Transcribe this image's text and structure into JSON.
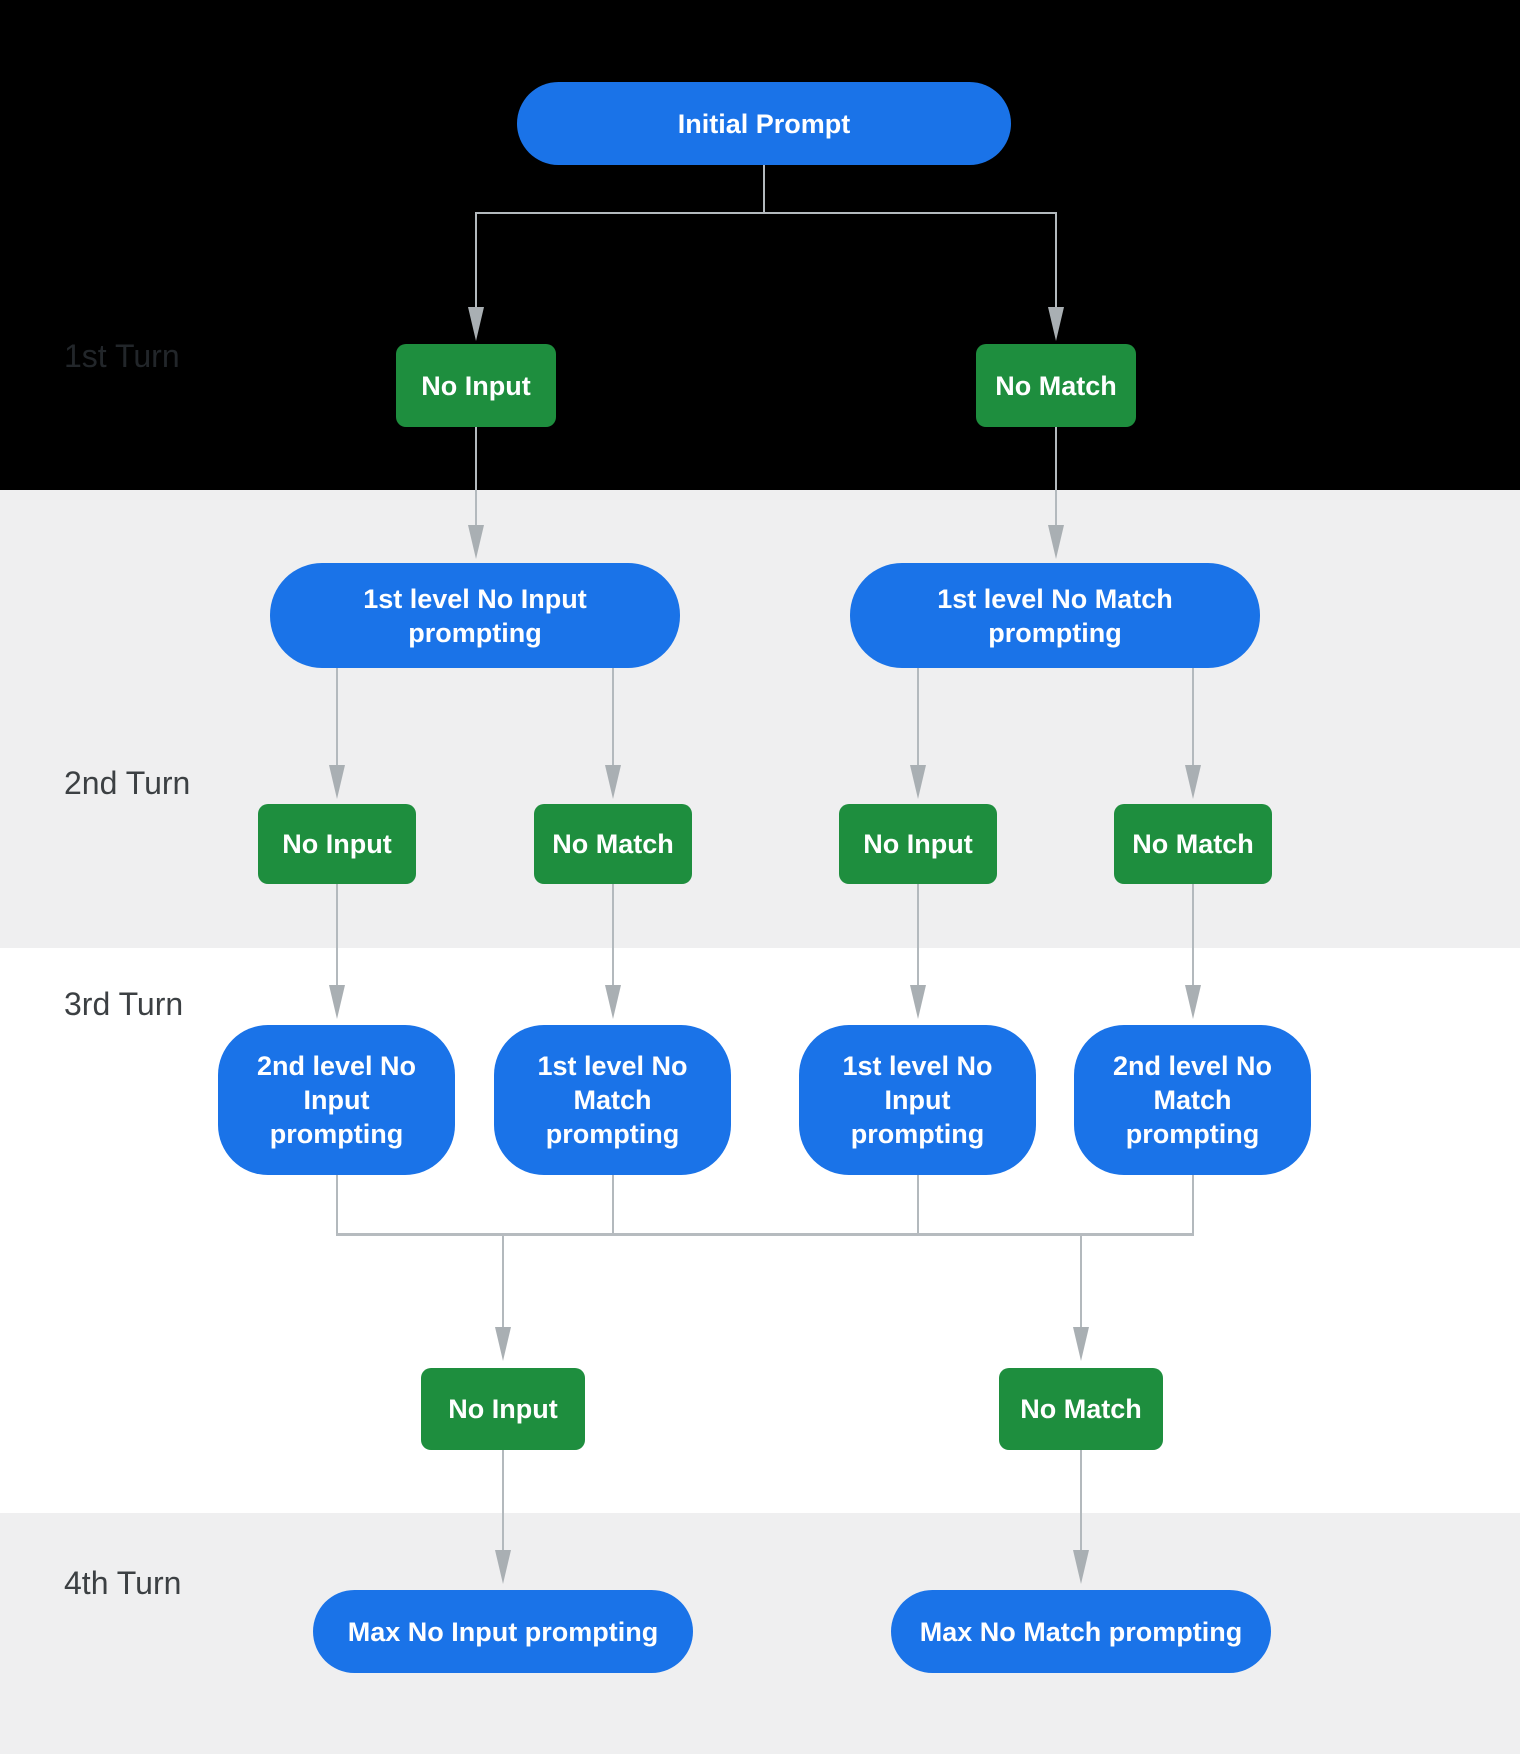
{
  "turn_labels": [
    "1st Turn",
    "2nd Turn",
    "3rd Turn",
    "4th Turn"
  ],
  "nodes": {
    "initial": {
      "label": "Initial Prompt"
    },
    "turn1": [
      {
        "label": "No Input"
      },
      {
        "label": "No Match"
      }
    ],
    "level1_prompts": [
      {
        "label": "1st level No Input prompting"
      },
      {
        "label": "1st level No Match prompting"
      }
    ],
    "turn2": [
      {
        "label": "No Input"
      },
      {
        "label": "No Match"
      },
      {
        "label": "No Input"
      },
      {
        "label": "No Match"
      }
    ],
    "level2_prompts": [
      {
        "label": "2nd level No Input prompting"
      },
      {
        "label": "1st level No Match prompting"
      },
      {
        "label": "1st level No Input prompting"
      },
      {
        "label": "2nd level No Match prompting"
      }
    ],
    "turn3": [
      {
        "label": "No Input"
      },
      {
        "label": "No Match"
      }
    ],
    "max_prompts": [
      {
        "label": "Max No Input prompting"
      },
      {
        "label": "Max No Match prompting"
      }
    ]
  },
  "colors": {
    "node_blue": "#1a73e8",
    "node_green": "#1e8e3e",
    "node_text": "#ffffff",
    "band_black": "#000000",
    "band_gray": "#efeff0",
    "band_white": "#ffffff",
    "connector_gray": "#b3b9bd",
    "turn_label_gray": "#3c4043",
    "turn_label_on_black": "#22262a"
  }
}
